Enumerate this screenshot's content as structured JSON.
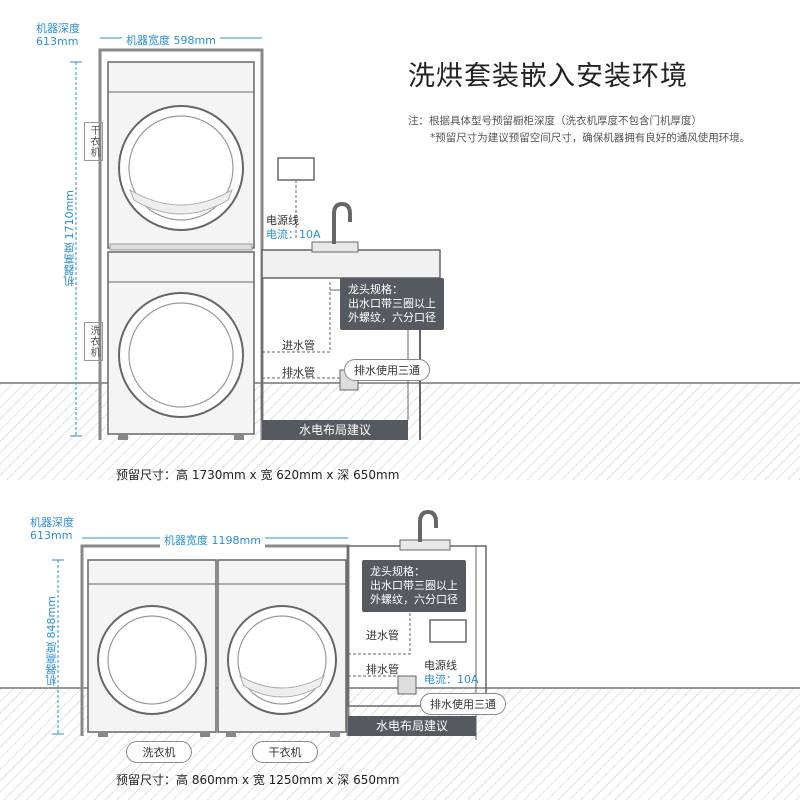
{
  "title": "洗烘套装嵌入安装环境",
  "notes": [
    "注：根据具体型号预留橱柜深度（洗衣机厚度不包含门机厚度）",
    "*预留尺寸为建议预留空间尺寸，确保机器拥有良好的通风使用环境。"
  ],
  "top": {
    "depth_label": "机器深度",
    "depth_value": "613mm",
    "width_label": "机器宽度 598mm",
    "height_label": "机器高度 1710mm",
    "dryer_tag": "干衣机",
    "washer_tag": "洗衣机",
    "power_line": "电源线",
    "current": "电流：10A",
    "faucet_spec": [
      "龙头规格：",
      "出水口带三圈以上",
      "外螺纹，六分口径"
    ],
    "inlet": "进水管",
    "drain": "排水管",
    "drain_tee": "排水使用三通",
    "layout_advice": "水电布局建议",
    "reserve": "预留尺寸：高 1730mm x 宽 620mm x 深 650mm"
  },
  "bottom": {
    "depth_label": "机器深度",
    "depth_value": "613mm",
    "width_label": "机器宽度 1198mm",
    "height_label": "机器高度 848mm",
    "washer_tag": "洗衣机",
    "dryer_tag": "干衣机",
    "power_line": "电源线",
    "current": "电流：10A",
    "faucet_spec": [
      "龙头规格：",
      "出水口带三圈以上",
      "外螺纹，六分口径"
    ],
    "inlet": "进水管",
    "drain": "排水管",
    "drain_tee": "排水使用三通",
    "layout_advice": "水电布局建议",
    "reserve": "预留尺寸：高 860mm x 宽 1250mm x 深 650mm"
  },
  "colors": {
    "accent": "#2a8fd6",
    "machine_fill": "#f3f3f3",
    "outline": "#6b6b6b",
    "dark_box": "#555a60",
    "hatch": "#9a9a9a"
  }
}
